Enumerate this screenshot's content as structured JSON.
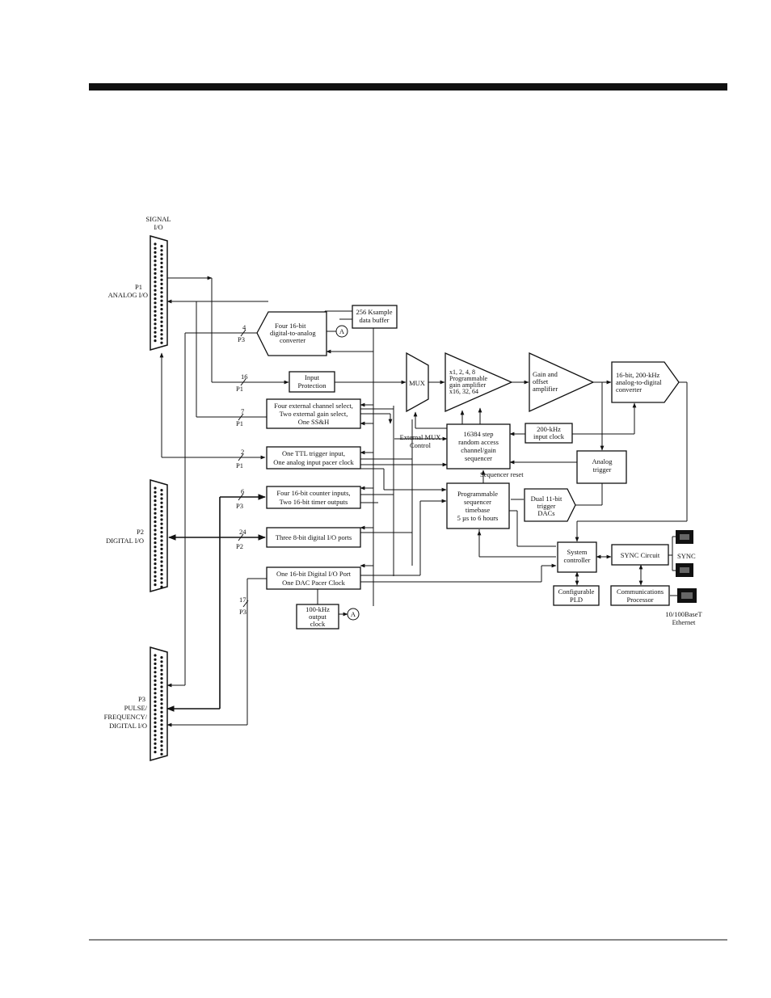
{
  "connectors": {
    "signal_io": [
      "SIGNAL",
      "I/O"
    ],
    "p1": [
      "P1",
      "ANALOG I/O"
    ],
    "p2": [
      "P2",
      "DIGITAL I/O"
    ],
    "p3": [
      "P3",
      "PULSE/",
      "FREQUENCY/",
      "DIGITAL I/O"
    ]
  },
  "blocks": {
    "dac": [
      "Four 16-bit",
      "digital-to-analog",
      "converter"
    ],
    "buffer": [
      "256 Ksample",
      "data buffer"
    ],
    "input_protection": [
      "Input",
      "Protection"
    ],
    "ext_channel": [
      "Four external channel select,",
      "Two external gain select,",
      "One SS&H"
    ],
    "ttl": [
      "One TTL trigger input,",
      "One analog input pacer clock"
    ],
    "counters": [
      "Four 16-bit counter inputs,",
      "Two 16-bit timer outputs"
    ],
    "dio_ports": [
      "Three 8-bit digital I/O ports"
    ],
    "dio16": [
      "One 16-bit Digital I/O Port",
      "One DAC Pacer Clock"
    ],
    "out_clock": [
      "100-kHz",
      "output",
      "clock"
    ],
    "mux": "MUX",
    "pga": [
      "x1, 2, 4, 8",
      "Programmable",
      "gain amplifier",
      "x16, 32, 64"
    ],
    "gain_offset": [
      "Gain and",
      "offset",
      "amplifier"
    ],
    "adc": [
      "16-bit, 200-kHz",
      "analog-to-digital",
      "converter"
    ],
    "sequencer": [
      "16384 step",
      "random access",
      "channel/gain",
      "sequencer"
    ],
    "in_clock": [
      "200-kHz",
      "input clock"
    ],
    "analog_trigger": [
      "Analog",
      "trigger"
    ],
    "timebase": [
      "Programmable",
      "sequencer",
      "timebase",
      "5 µs to 6 hours"
    ],
    "trigger_dacs": [
      "Dual 11-bit",
      "trigger",
      "DACs"
    ],
    "sys_ctrl": [
      "System",
      "controller"
    ],
    "sync_circuit": [
      "SYNC Circuit"
    ],
    "pld": [
      "Configurable",
      "PLD"
    ],
    "comm": [
      "Communications",
      "Processor"
    ]
  },
  "labels": {
    "ext_mux": [
      "External MUX",
      "Control"
    ],
    "seq_reset": "Sequencer reset",
    "sync": "SYNC",
    "ethernet": [
      "10/100BaseT",
      "Ethernet"
    ],
    "marker_a": "A"
  },
  "bus": {
    "n4": "4",
    "p3a": "P3",
    "n16": "16",
    "p1a": "P1",
    "n7": "7",
    "p1b": "P1",
    "n2": "2",
    "p1c": "P1",
    "n6": "6",
    "p3b": "P3",
    "n24": "24",
    "p2": "P2",
    "n17": "17",
    "p3c": "P3"
  }
}
